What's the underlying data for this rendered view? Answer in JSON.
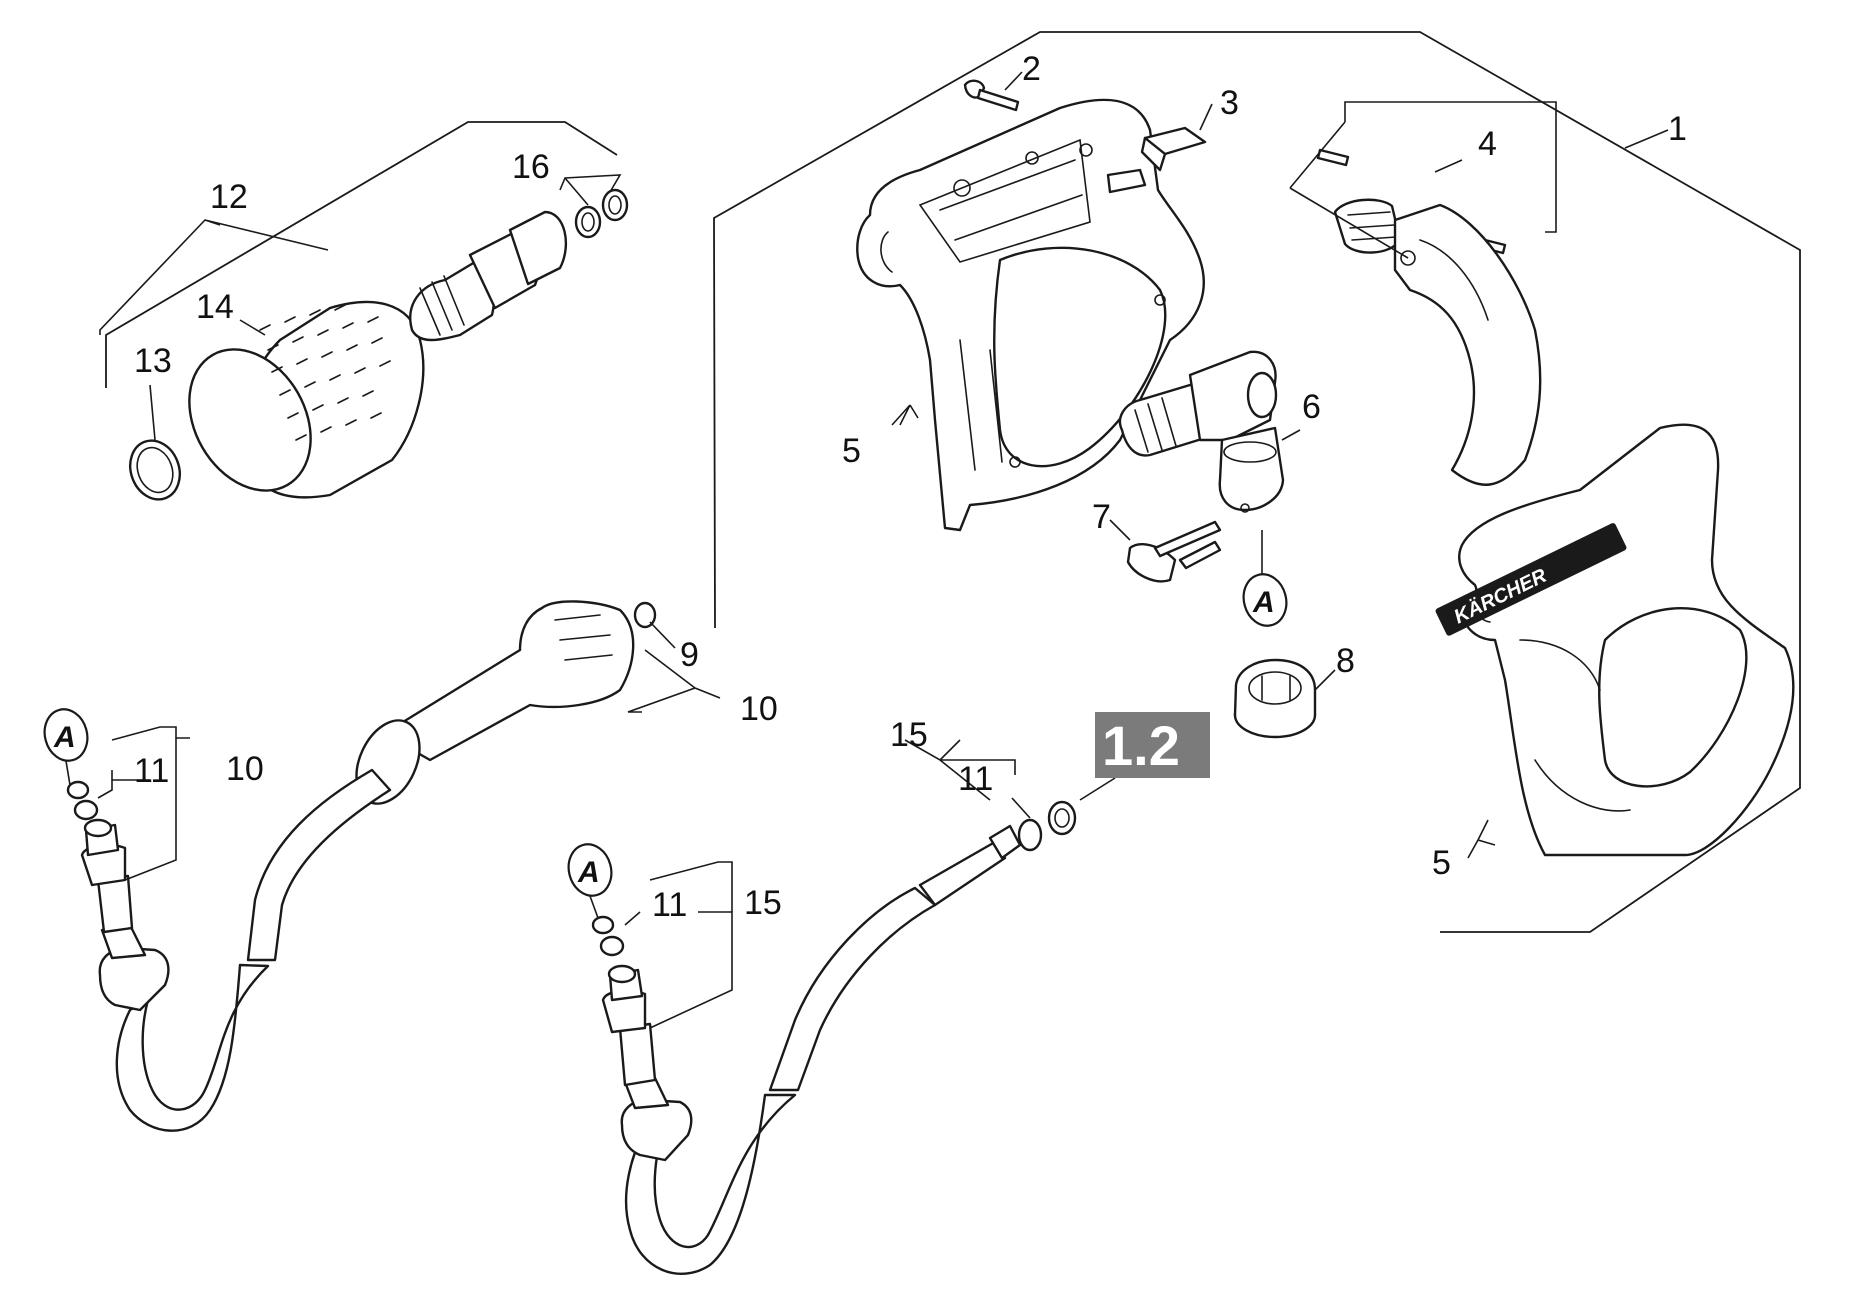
{
  "callouts": {
    "c1": "1",
    "c2": "2",
    "c3": "3",
    "c4": "4",
    "c5a": "5",
    "c5b": "5",
    "c6": "6",
    "c7": "7",
    "c8": "8",
    "c9": "9",
    "c10a": "10",
    "c10b": "10",
    "c11a": "11",
    "c11b": "11",
    "c11c": "11",
    "c12": "12",
    "c13": "13",
    "c14": "14",
    "c15a": "15",
    "c15b": "15",
    "c16": "16"
  },
  "markers": {
    "a1": "A",
    "a2": "A",
    "a3": "A"
  },
  "badge": "1.2",
  "brand": "KÄRCHER"
}
